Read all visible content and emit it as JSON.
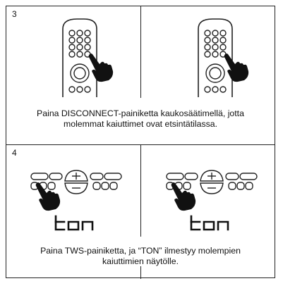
{
  "step3": {
    "number": "3",
    "caption_line1": "Paina DISCONNECT-painiketta kaukosäätimellä, jotta",
    "caption_line2": "molemmat kaiuttimet ovat etsintätilassa."
  },
  "step4": {
    "number": "4",
    "display_text": "ton",
    "caption_line1": "Paina TWS-painiketta, ja “TON” ilmestyy molempien",
    "caption_line2": "kaiuttimien näytölle."
  }
}
